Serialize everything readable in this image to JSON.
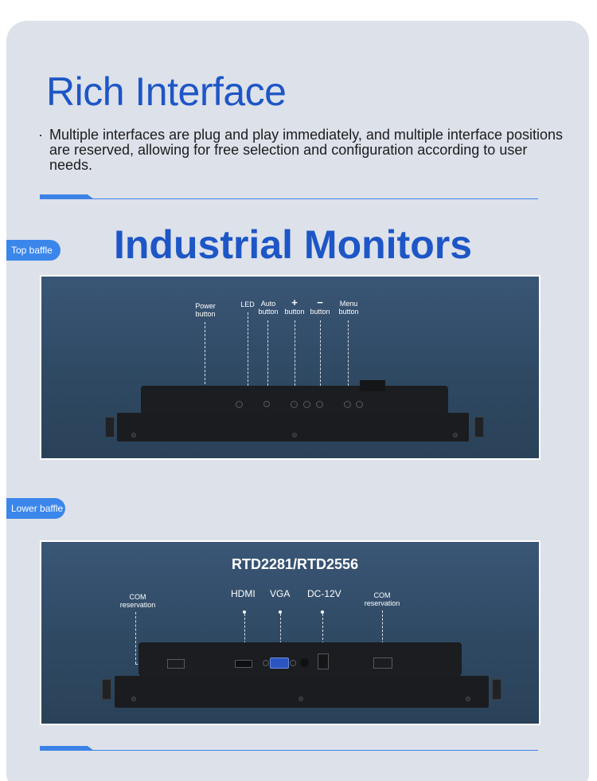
{
  "rich_interface": {
    "title": "Rich Interface",
    "bullet": "·",
    "description": "Multiple interfaces are plug and play immediately, and multiple interface positions are reserved, allowing for free selection and configuration according to user needs."
  },
  "industrial": {
    "title": "Industrial Monitors"
  },
  "top_baffle": {
    "tag": "Top baffle",
    "labels": {
      "power_1": "Power",
      "power_2": "button",
      "led": "LED",
      "auto_1": "Auto",
      "auto_2": "button",
      "plus_1": "+",
      "plus_2": "button",
      "minus_1": "−",
      "minus_2": "button",
      "menu_1": "Menu",
      "menu_2": "button"
    }
  },
  "lower_baffle": {
    "tag": "Lower baffle",
    "chip": "RTD2281/RTD2556",
    "labels": {
      "com_left_1": "COM",
      "com_left_2": "reservation",
      "hdmi": "HDMI",
      "vga": "VGA",
      "dc": "DC-12V",
      "com_right_1": "COM",
      "com_right_2": "reservation"
    }
  },
  "colors": {
    "accent": "#1d56c6",
    "pill": "#3b86ea",
    "card": "#dde1ea"
  }
}
